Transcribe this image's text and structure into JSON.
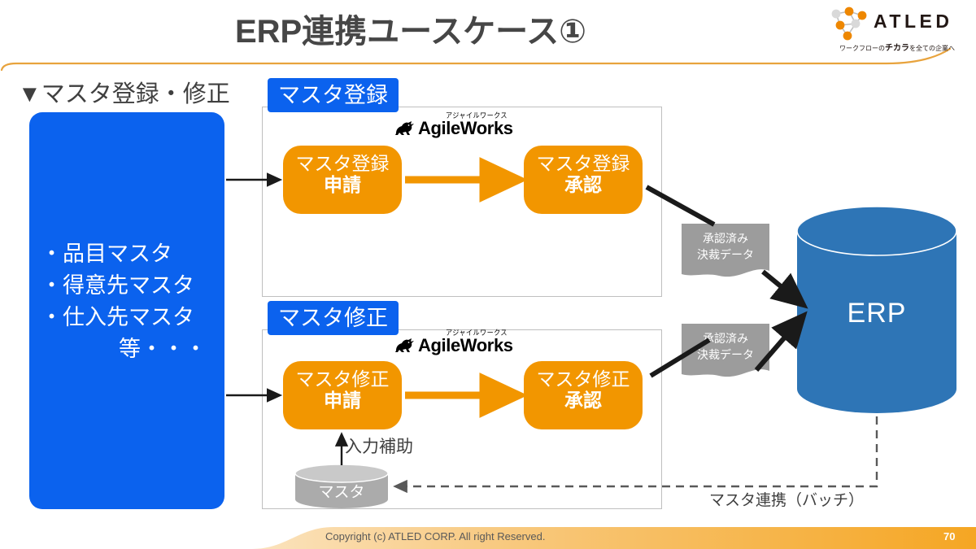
{
  "slide": {
    "title": "ERP連携ユースケース①",
    "page_number": "70",
    "copyright": "Copyright (c) ATLED CORP. All right Reserved.",
    "accent_orange": "#F29600",
    "accent_blue": "#0B62EE",
    "erp_blue": "#2E75B6",
    "gray": "#9C9C9C"
  },
  "logo": {
    "wordmark": "ATLED",
    "tagline_pre": "ワークフロー",
    "tagline_no": "の",
    "tagline_strong": "チカラ",
    "tagline_wo": "を全て",
    "tagline_no2": "の",
    "tagline_end": "企業へ"
  },
  "left": {
    "heading": "▼マスタ登録・修正",
    "items": [
      "・品目マスタ",
      "・得意先マスタ",
      "・仕入先マスタ",
      "等・・・"
    ]
  },
  "panels": [
    {
      "tag": "マスタ登録",
      "brand_ruby": "アジャイルワークス",
      "brand_name": "AgileWorks",
      "steps": [
        {
          "line1": "マスタ登録",
          "line2": "申請"
        },
        {
          "line1": "マスタ登録",
          "line2": "承認"
        }
      ]
    },
    {
      "tag": "マスタ修正",
      "brand_ruby": "アジャイルワークス",
      "brand_name": "AgileWorks",
      "steps": [
        {
          "line1": "マスタ修正",
          "line2": "申請"
        },
        {
          "line1": "マスタ修正",
          "line2": "承認"
        }
      ]
    }
  ],
  "documents": [
    {
      "line1": "承認済み",
      "line2": "決裁データ"
    },
    {
      "line1": "承認済み",
      "line2": "決裁データ"
    }
  ],
  "erp": {
    "label": "ERP"
  },
  "master_store": {
    "label": "マスタ"
  },
  "labels": {
    "input_assist": "入力補助",
    "batch_sync": "マスタ連携（バッチ）"
  }
}
